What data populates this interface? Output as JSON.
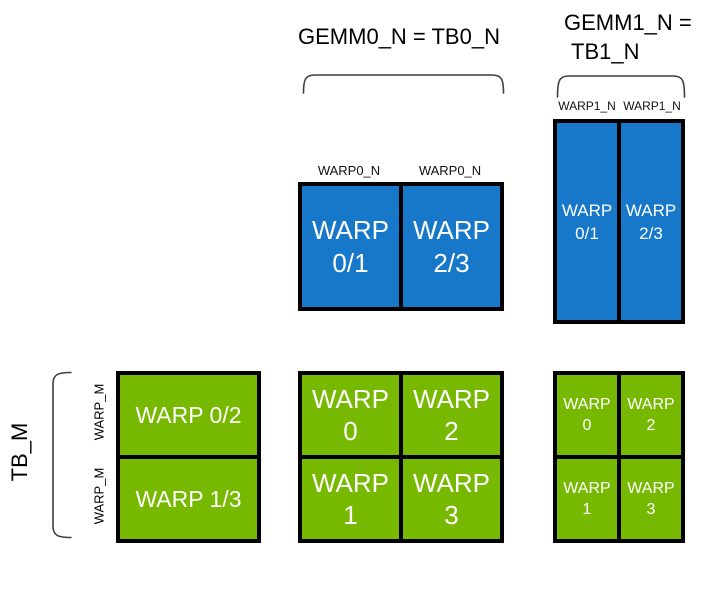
{
  "colors": {
    "blue": "#1777C8",
    "green": "#77B900",
    "box_border": "#000000",
    "brace": "#3F3F3F"
  },
  "titles": {
    "gemm0": "GEMM0_N = TB0_N",
    "gemm1_line1": "GEMM1_N =",
    "gemm1_line2": "TB1_N"
  },
  "dim_labels": {
    "tb_m": "TB_M",
    "warp_m_row0": "WARP_M",
    "warp_m_row1": "WARP_M",
    "warp0_n_col0": "WARP0_N",
    "warp0_n_col1": "WARP0_N",
    "warp1_n_col0": "WARP1_N",
    "warp1_n_col1": "WARP1_N"
  },
  "blocks": {
    "gemm0_accum": {
      "cells": [
        {
          "line1": "WARP",
          "line2": "0/1"
        },
        {
          "line1": "WARP",
          "line2": "2/3"
        }
      ]
    },
    "gemm1_accum": {
      "cells": [
        {
          "line1": "WARP",
          "line2": "0/1"
        },
        {
          "line1": "WARP",
          "line2": "2/3"
        }
      ]
    },
    "tb_rows": {
      "cells": [
        {
          "label": "WARP 0/2"
        },
        {
          "label": "WARP 1/3"
        }
      ]
    },
    "gemm0_warps": {
      "cells": [
        {
          "line1": "WARP",
          "line2": "0"
        },
        {
          "line1": "WARP",
          "line2": "2"
        },
        {
          "line1": "WARP",
          "line2": "1"
        },
        {
          "line1": "WARP",
          "line2": "3"
        }
      ]
    },
    "gemm1_warps": {
      "cells": [
        {
          "line1": "WARP",
          "line2": "0"
        },
        {
          "line1": "WARP",
          "line2": "2"
        },
        {
          "line1": "WARP",
          "line2": "1"
        },
        {
          "line1": "WARP",
          "line2": "3"
        }
      ]
    }
  }
}
